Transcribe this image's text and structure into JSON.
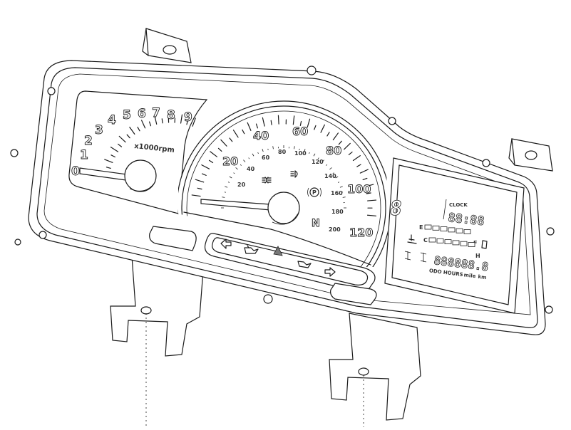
{
  "tachometer": {
    "scale_labels": [
      "0",
      "1",
      "2",
      "3",
      "4",
      "5",
      "6",
      "7",
      "8",
      "9"
    ],
    "unit_label": "x1000rpm"
  },
  "speedometer": {
    "outer_scale_labels": [
      "20",
      "40",
      "60",
      "80",
      "100",
      "120"
    ],
    "inner_scale_labels": [
      "20",
      "40",
      "60",
      "80",
      "100",
      "120",
      "140",
      "160",
      "180",
      "200"
    ],
    "neutral_indicator": "N",
    "parking_brake_indicator": "P"
  },
  "warning_strip": {
    "icons": [
      "left-turn-arrow-icon",
      "oil-pressure-icon",
      "hazard-triangle-icon",
      "oil-level-icon",
      "right-turn-arrow-icon"
    ]
  },
  "lcd": {
    "clock_label": "CLOCK",
    "clock_digits": "88:88",
    "gear_digit": "8",
    "fuel_empty_label": "E",
    "fuel_full_label": "F",
    "temp_cold_label": "C",
    "temp_hot_label": "H",
    "odometer_digits": "888888.8",
    "odo_label": "ODO",
    "hours_label": "HOURS",
    "mile_label": "mile",
    "km_label": "km"
  }
}
